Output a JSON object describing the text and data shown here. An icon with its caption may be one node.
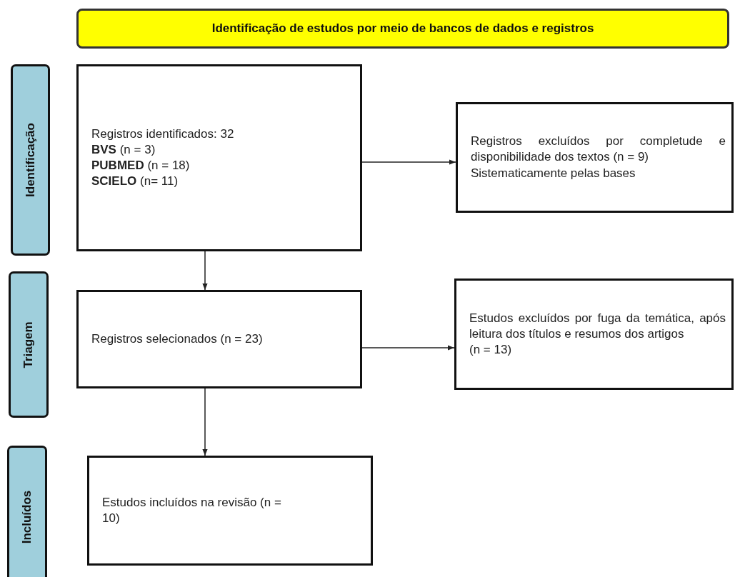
{
  "diagram": {
    "nodes": [
      {
        "text": [
          "Identificação de estudos por meio de bancos de dados e registros"
        ]
      },
      {
        "text": [
          "Identificação"
        ]
      },
      {
        "text": [
          "Registros identificados: 32",
          "**BVS** (n = 3)",
          "**PUBMED** (n = 18)",
          "**SCIELO** (n= 11)"
        ]
      },
      {
        "text": [
          "Registros excluídos por completude e disponibilidade dos textos (n = 9)",
          "Sistematicamente pelas bases"
        ]
      },
      {
        "text": [
          "Triagem"
        ]
      },
      {
        "text": [
          "Registros selecionados (n = 23)"
        ]
      },
      {
        "text": [
          "Estudos excluídos por fuga da temática, após leitura dos títulos e resumos dos artigos",
          "(n = 13)"
        ]
      },
      {
        "text": [
          "Incluídos"
        ]
      },
      {
        "text": [
          "Estudos incluídos na revisão (n = 10)"
        ]
      }
    ],
    "edges": [
      {
        "from": 2,
        "to": 3,
        "arrow": "to"
      },
      {
        "from": 2,
        "to": 5,
        "arrow": "to"
      },
      {
        "from": 5,
        "to": 6,
        "arrow": "to"
      },
      {
        "from": 5,
        "to": 8,
        "arrow": "to"
      }
    ]
  }
}
